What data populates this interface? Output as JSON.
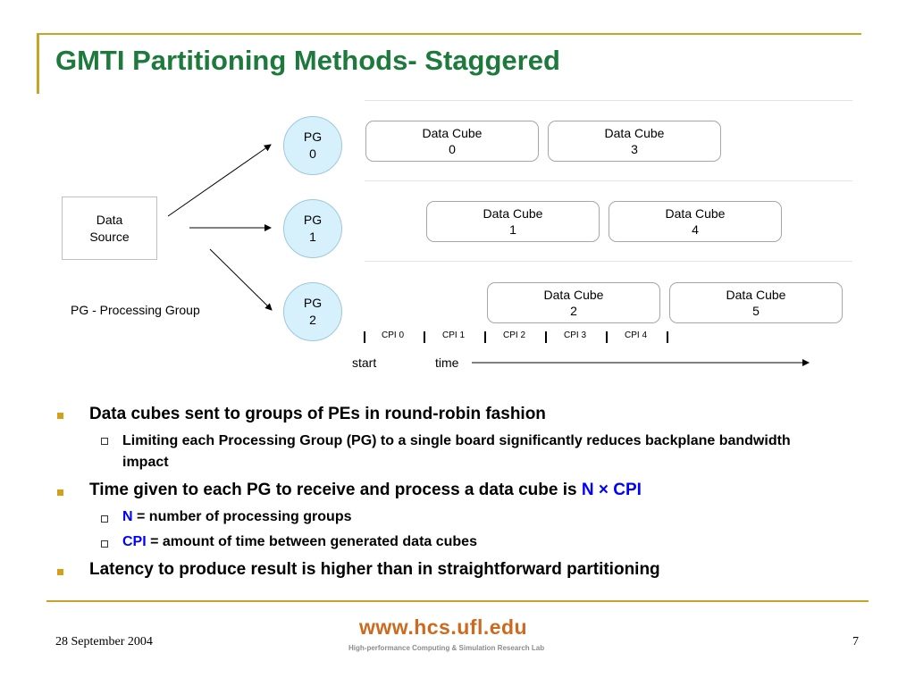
{
  "title": "GMTI Partitioning Methods- Staggered",
  "diagram": {
    "data_source": {
      "line1": "Data",
      "line2": "Source"
    },
    "processing_groups": [
      {
        "line1": "PG",
        "line2": "0"
      },
      {
        "line1": "PG",
        "line2": "1"
      },
      {
        "line1": "PG",
        "line2": "2"
      }
    ],
    "data_cubes": [
      {
        "line1": "Data Cube",
        "line2": "0"
      },
      {
        "line1": "Data Cube",
        "line2": "3"
      },
      {
        "line1": "Data Cube",
        "line2": "1"
      },
      {
        "line1": "Data Cube",
        "line2": "4"
      },
      {
        "line1": "Data Cube",
        "line2": "2"
      },
      {
        "line1": "Data Cube",
        "line2": "5"
      }
    ],
    "legend": "PG - Processing Group",
    "cpi_labels": [
      "CPI 0",
      "CPI 1",
      "CPI 2",
      "CPI 3",
      "CPI 4"
    ],
    "start_label": "start",
    "time_label": "time"
  },
  "bullets": {
    "b1": "Data cubes sent to groups of PEs in round-robin fashion",
    "b1_sub": "Limiting each Processing Group (PG) to a single board significantly reduces backplane bandwidth impact",
    "b2_prefix": "Time given to each PG to receive and process a data cube is ",
    "b2_highlight": "N × CPI",
    "b2_sub1_key": "N",
    "b2_sub1_rest": " = number of processing groups",
    "b2_sub2_key": "CPI",
    "b2_sub2_rest": " = amount of time between generated data cubes",
    "b3": "Latency to produce result is higher than in straightforward partitioning"
  },
  "footer": {
    "date": "28 September 2004",
    "page_number": "7",
    "logo_url": "www.hcs.ufl.edu",
    "logo_subtitle": "High-performance Computing & Simulation Research Lab"
  },
  "colors": {
    "title": "#1e7a3c",
    "accent_bar": "#c9a227",
    "pg_fill": "#d6f1fb",
    "highlight": "#0000ff",
    "logo": "#cc6a1f"
  }
}
